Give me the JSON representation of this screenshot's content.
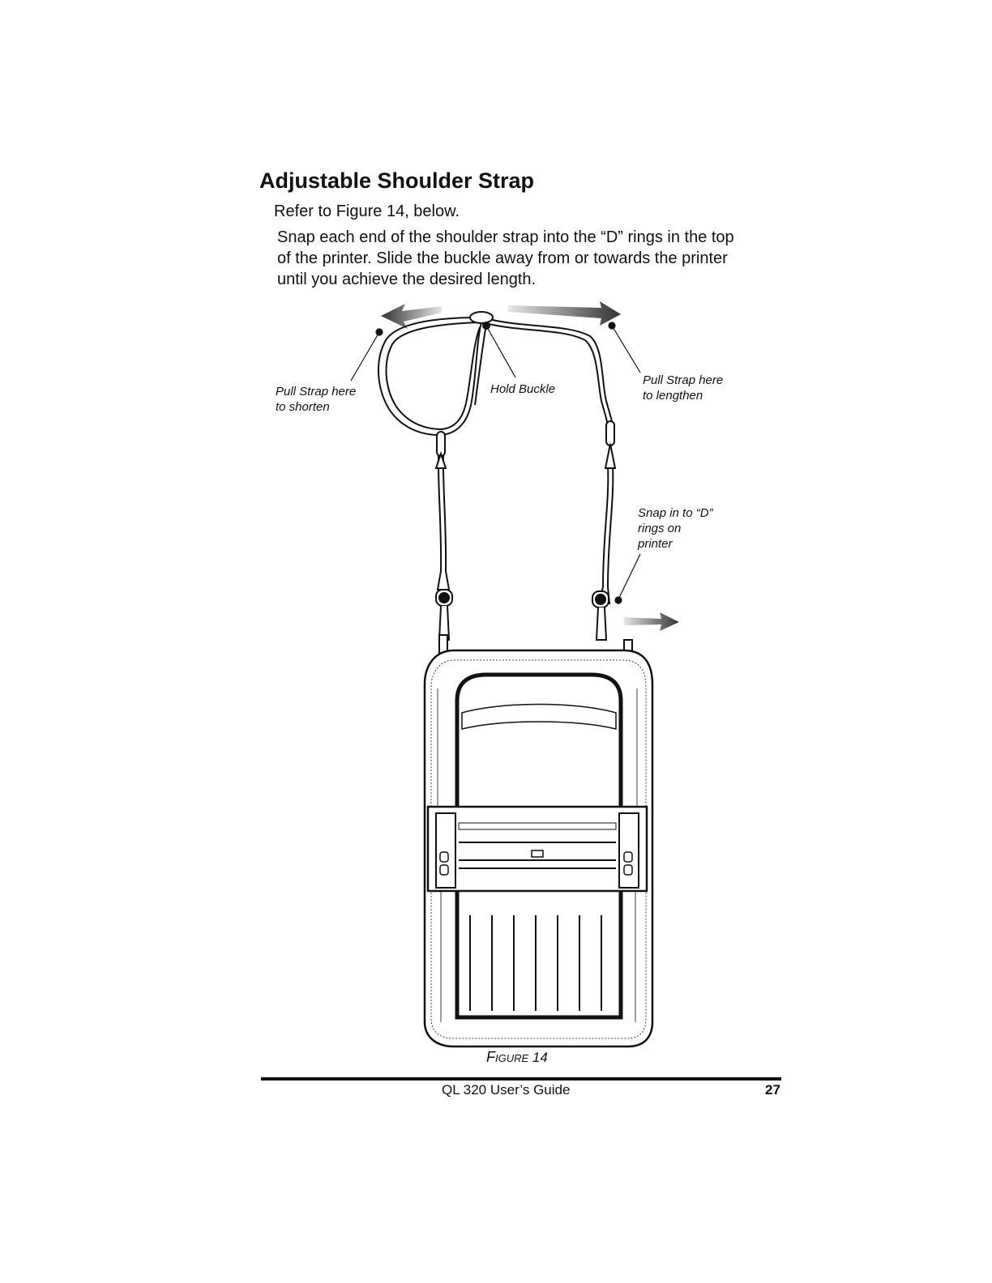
{
  "section": {
    "heading": "Adjustable Shoulder Strap",
    "refer": "Refer to Figure 14, below.",
    "body_lines": [
      "Snap each end of the shoulder strap into the “D” rings in the top",
      "of the printer.  Slide the buckle away from or towards the printer",
      "until you achieve the desired length."
    ]
  },
  "figure": {
    "callouts": {
      "shorten": [
        "Pull Strap here",
        "to  shorten"
      ],
      "buckle": [
        "Hold Buckle"
      ],
      "lengthen": [
        "Pull Strap here",
        "to  lengthen"
      ],
      "snap": [
        "Snap in to “D”",
        "rings on",
        "printer"
      ]
    },
    "caption": {
      "first": "F",
      "rest": "IGURE",
      "number": "14"
    }
  },
  "footer": {
    "title": "QL 320 User’s Guide",
    "page": "27"
  }
}
